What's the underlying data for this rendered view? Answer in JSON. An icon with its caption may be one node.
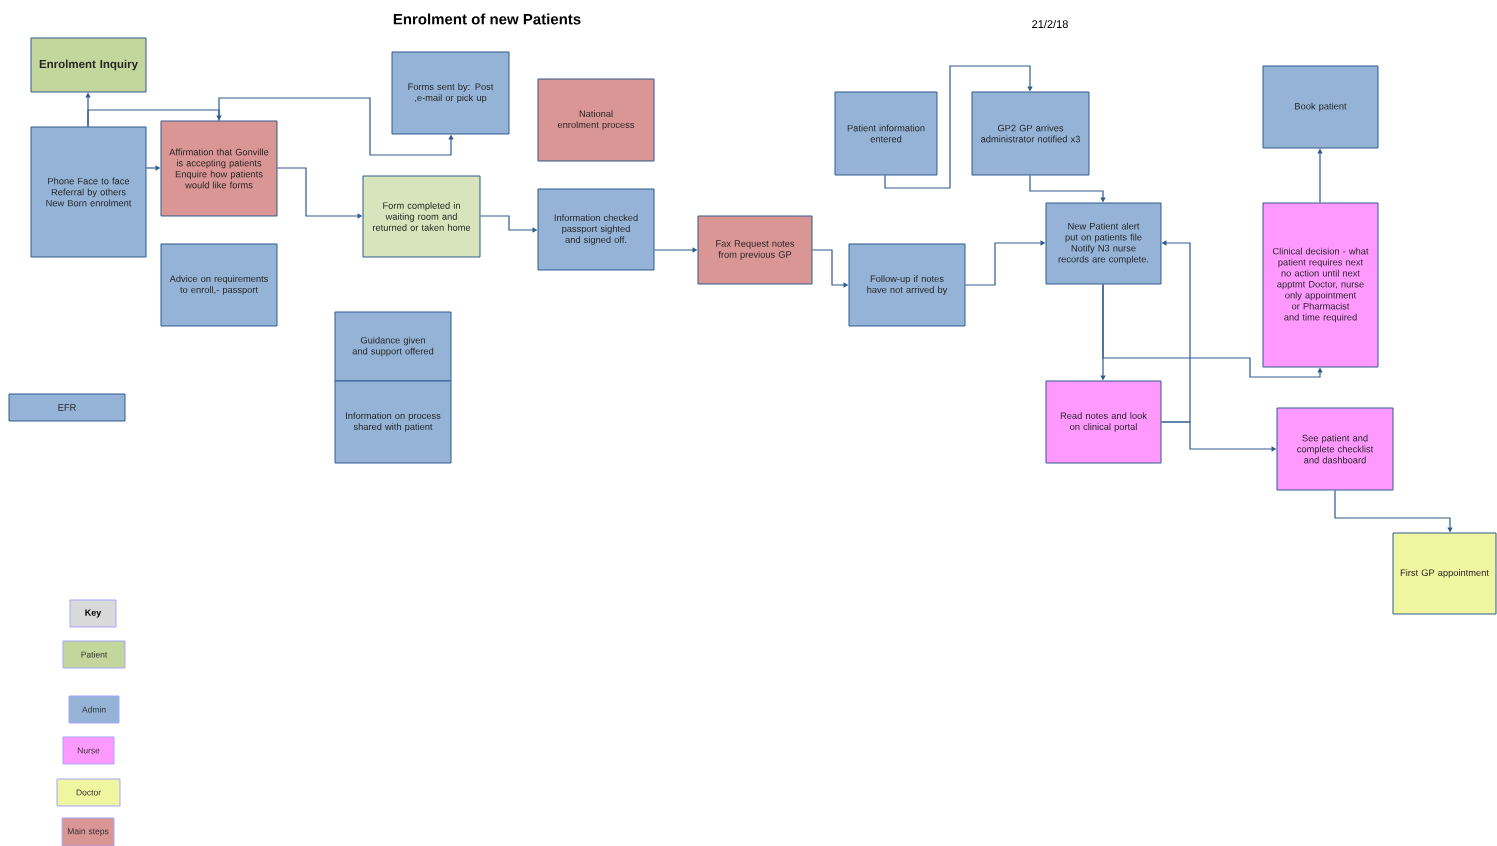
{
  "diagram": {
    "title": "Enrolment of new Patients",
    "nodes": [
      {
        "text": [
          "Enrolment Inquiry"
        ]
      },
      {
        "text": [
          "Phone Face to face Referral by others New Born enrolment"
        ]
      },
      {
        "text": [
          "Affirmation that Gonville is accepting patients Enquire how patients would like forms"
        ]
      },
      {
        "text": [
          "Forms sent by: Post ,e-mail or pick up"
        ]
      },
      {
        "text": [
          "National enrolment process"
        ]
      },
      {
        "text": [
          "Form completed in waiting room and returned or taken home"
        ]
      },
      {
        "text": [
          "Information checked passport sighted and signed off."
        ]
      },
      {
        "text": [
          "Advice on requirements to enroll,- passport"
        ]
      },
      {
        "text": [
          "Guidance given and support offered"
        ]
      },
      {
        "text": [
          "Information on process shared with patient"
        ]
      },
      {
        "text": [
          "Fax Request notes from previous GP"
        ]
      },
      {
        "text": [
          "Follow-up if notes have not arrived by"
        ]
      },
      {
        "text": [
          "Patient information entered"
        ]
      },
      {
        "text": [
          "GP2 GP arrives administrator notified x3"
        ]
      },
      {
        "text": [
          "New Patient alert put on patients file Notify N3 nurse records are complete."
        ]
      },
      {
        "text": [
          "Book patient"
        ]
      },
      {
        "text": [
          "Clinical decision - what patient requires next no action until next apptmt Doctor, nurse only appointment or Pharmacist and time required"
        ]
      },
      {
        "text": [
          "Read notes and look on clinical portal"
        ]
      },
      {
        "text": [
          "See patient and complete checklist and dashboard"
        ]
      },
      {
        "text": [
          "First GP appointment"
        ]
      },
      {
        "text": [
          "EFR"
        ]
      }
    ],
    "edges": [
      {
        "from": 1,
        "to": 0,
        "arrow": "to"
      },
      {
        "from": 1,
        "to": 2,
        "arrow": "to"
      },
      {
        "from": 1,
        "to": 2,
        "arrow": "to"
      },
      {
        "from": 2,
        "to": 3,
        "arrow": "to"
      },
      {
        "from": 2,
        "to": 5,
        "arrow": "to"
      },
      {
        "from": 5,
        "to": 6,
        "arrow": "to"
      },
      {
        "from": 6,
        "to": 10,
        "arrow": "to"
      },
      {
        "from": 10,
        "to": 11,
        "arrow": "to"
      },
      {
        "from": 11,
        "to": 14,
        "arrow": "to"
      },
      {
        "from": 12,
        "to": 13,
        "arrow": "to"
      },
      {
        "from": 13,
        "to": 14,
        "arrow": "to"
      },
      {
        "from": 14,
        "to": 17,
        "arrow": "to"
      },
      {
        "from": 14,
        "to": 16,
        "arrow": "to"
      },
      {
        "from": 17,
        "to": 14,
        "arrow": "to"
      },
      {
        "from": 17,
        "to": 18,
        "arrow": "to"
      },
      {
        "from": 16,
        "to": 15,
        "arrow": "to"
      },
      {
        "from": 18,
        "to": 19,
        "arrow": "to"
      }
    ],
    "labels": [
      "21/2/18",
      "Key"
    ],
    "legend": [
      {
        "text": "Patient",
        "color": "#c3d69b"
      },
      {
        "text": "Admin",
        "color": "#95b3d7"
      },
      {
        "text": "Nurse",
        "color": "#ff99ff"
      },
      {
        "text": "Doctor",
        "color": "#f0f5a0"
      },
      {
        "text": "Main steps",
        "color": "#da9694"
      }
    ]
  }
}
